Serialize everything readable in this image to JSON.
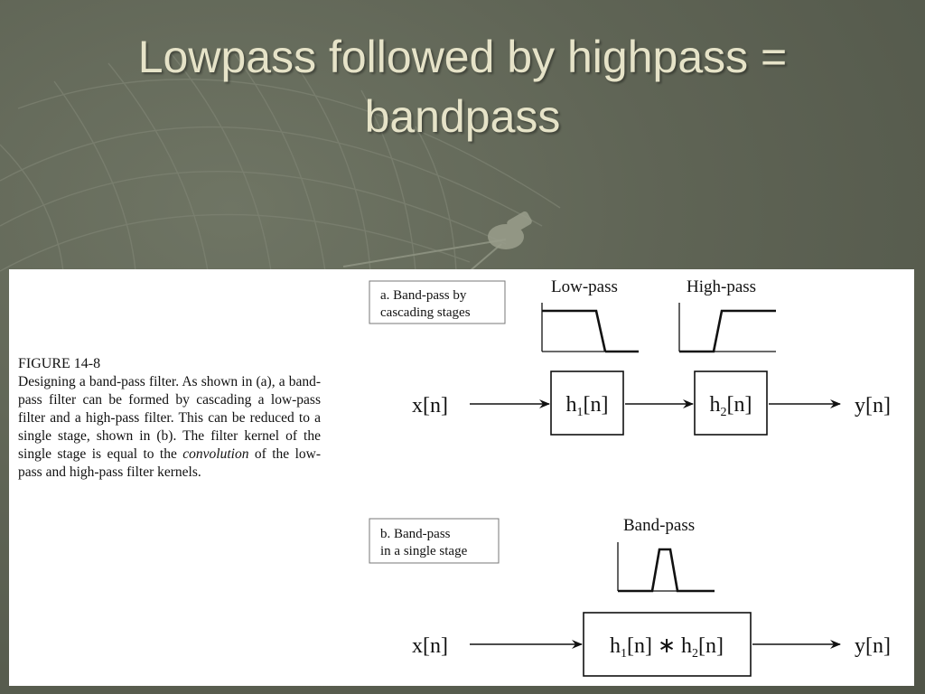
{
  "slide": {
    "title_line1": "Lowpass followed by highpass =",
    "title_line2": "bandpass"
  },
  "colors": {
    "title": "#e6e3c8",
    "background": "#5f6455",
    "panel": "#ffffff",
    "ink": "#111111"
  },
  "figure": {
    "caption_title": "FIGURE 14-8",
    "caption_before": "Designing a band-pass filter. As shown in (a), a band-pass filter can be formed by cascading a low-pass filter and a high-pass filter.  This can be reduced to a single stage, shown in (b). The filter kernel of the single stage is equal to the",
    "caption_italic": "convolution",
    "caption_after": "of the low-pass and high-pass filter kernels.",
    "part_a": {
      "label_line1": "a.  Band-pass by",
      "label_line2": "cascading stages",
      "lowpass_label": "Low-pass",
      "highpass_label": "High-pass",
      "input": "x[n]",
      "box1_main": "h",
      "box1_sub": "1",
      "box1_tail": "[n]",
      "box2_main": "h",
      "box2_sub": "2",
      "box2_tail": "[n]",
      "output": "y[n]"
    },
    "part_b": {
      "label_line1": "b.  Band-pass",
      "label_line2": "in a single stage",
      "bandpass_label": "Band-pass",
      "input": "x[n]",
      "box_h1": "h",
      "box_sub1": "1",
      "box_mid": "[n] ∗ h",
      "box_sub2": "2",
      "box_tail": "[n]",
      "output": "y[n]"
    }
  }
}
